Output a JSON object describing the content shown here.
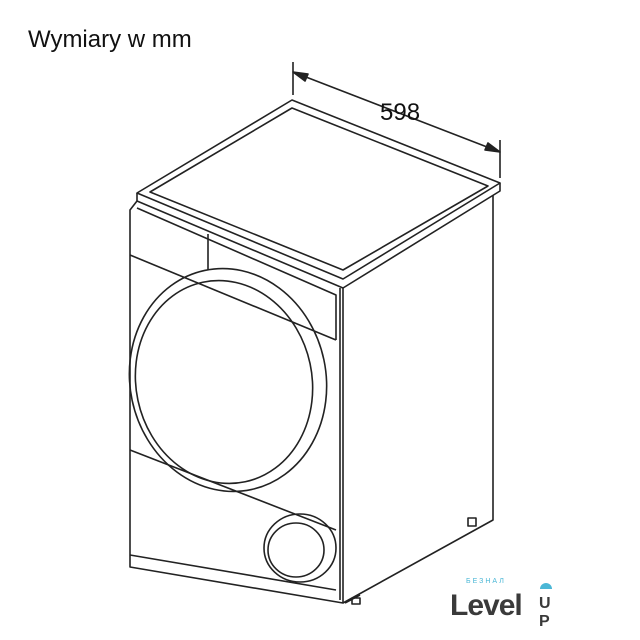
{
  "title": "Wymiary w mm",
  "dimensions": {
    "width_label": "598"
  },
  "logo": {
    "main": "Level",
    "suffix": "UP",
    "tagline": "БЕЗНАЛ",
    "accent_color": "#4bb7d6"
  }
}
